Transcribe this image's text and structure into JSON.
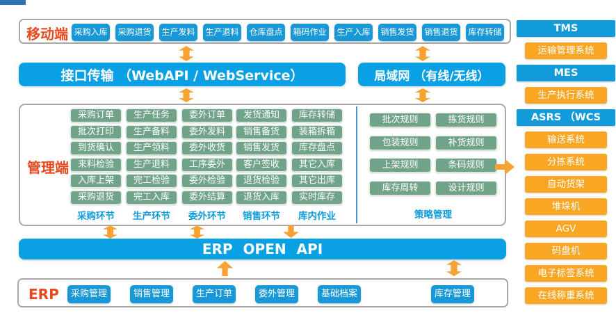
{
  "colors": {
    "accent_blue": "#0aa0e4",
    "chip_blue": "#1898d6",
    "module_green": "#71a388",
    "device_orange": "#f8a623",
    "arrow_orange": "#f7a233",
    "label_red": "#e8481c",
    "footer_blue": "#0f9bdb"
  },
  "mobile_panel": {
    "label": "移动端",
    "buttons": [
      "采购入库",
      "采购退货",
      "生产发料",
      "生产退料",
      "仓库盘点",
      "箱码作业",
      "生产入库",
      "销售发货",
      "销售退货",
      "库存转储"
    ]
  },
  "interface_bar": {
    "label": "接口传输 （WebAPI / WebService）"
  },
  "lan_bar": {
    "label": "局域网 （有线/无线）"
  },
  "management_panel": {
    "label": "管理端",
    "columns": [
      {
        "footer": "采购环节",
        "items": [
          "采购订单",
          "批次打印",
          "到货确认",
          "来料检验",
          "入库上架",
          "采购退货"
        ]
      },
      {
        "footer": "生产环节",
        "items": [
          "生产任务",
          "生产备料",
          "生产领料",
          "生产退料",
          "完工检验",
          "完工入库"
        ]
      },
      {
        "footer": "委外环节",
        "items": [
          "委外订单",
          "委外发料",
          "委外收货",
          "工序委外",
          "委外检验",
          "委外结算"
        ]
      },
      {
        "footer": "销售环节",
        "items": [
          "发货通知",
          "销售备货",
          "销售发货",
          "客户签收",
          "退货检验",
          "退货入库"
        ]
      },
      {
        "footer": "库内作业",
        "items": [
          "库存转储",
          "装箱拆箱",
          "库存盘点",
          "其它入库",
          "其它出库",
          "实时库存"
        ]
      }
    ],
    "strategy": {
      "footer": "策略管理",
      "col1": [
        "批次规则",
        "包装规则",
        "上架规则",
        "库存周转"
      ],
      "col2": [
        "拣货规则",
        "补货规则",
        "条码规则",
        "设计规则"
      ]
    }
  },
  "erp_api_bar": {
    "label": "ERP OPEN API"
  },
  "erp_panel": {
    "label": "ERP",
    "buttons": [
      "采购管理",
      "销售管理",
      "生产订单",
      "委外管理",
      "基础档案",
      "库存管理"
    ]
  },
  "right_rail": {
    "items": [
      {
        "label": "TMS",
        "type": "header"
      },
      {
        "label": "运输管理系统",
        "type": "sub"
      },
      {
        "label": "MES",
        "type": "header"
      },
      {
        "label": "生产执行系统",
        "type": "sub"
      },
      {
        "label": "ASRS （WCS",
        "type": "header"
      },
      {
        "label": "输送系统",
        "type": "sub"
      },
      {
        "label": "分拣系统",
        "type": "sub"
      },
      {
        "label": "自动货架",
        "type": "sub"
      },
      {
        "label": "堆垛机",
        "type": "sub"
      },
      {
        "label": "AGV",
        "type": "sub"
      },
      {
        "label": "码盘机",
        "type": "sub"
      },
      {
        "label": "电子标签系统",
        "type": "sub"
      },
      {
        "label": "在线称重系统",
        "type": "sub"
      }
    ]
  }
}
